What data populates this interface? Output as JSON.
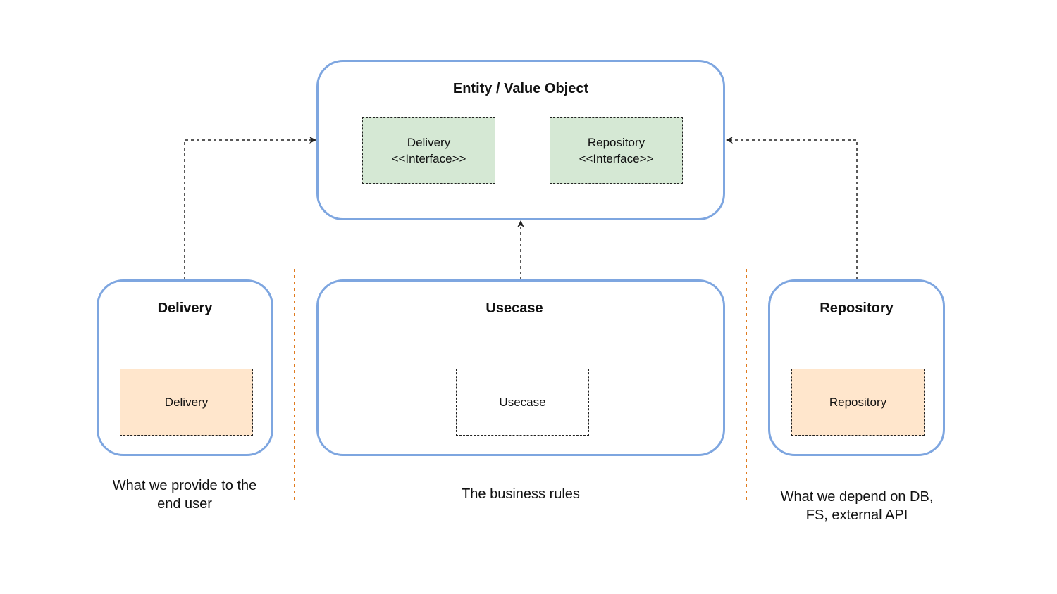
{
  "entity": {
    "title": "Entity / Value Object",
    "delivery_interface": {
      "name": "Delivery",
      "stereotype": "<<Interface>>"
    },
    "repository_interface": {
      "name": "Repository",
      "stereotype": "<<Interface>>"
    }
  },
  "delivery": {
    "title": "Delivery",
    "inner_label": "Delivery",
    "caption_line1": "What we provide to the",
    "caption_line2": "end user"
  },
  "usecase": {
    "title": "Usecase",
    "inner_label": "Usecase",
    "caption": "The business rules"
  },
  "repository": {
    "title": "Repository",
    "inner_label": "Repository",
    "caption_line1": "What we depend on DB,",
    "caption_line2": "FS, external API"
  },
  "colors": {
    "group_border": "#7ea6e0",
    "interface_fill": "#d5e8d4",
    "implementation_fill": "#ffe6cc",
    "separator": "#e07b1f",
    "arrow": "#222222"
  }
}
